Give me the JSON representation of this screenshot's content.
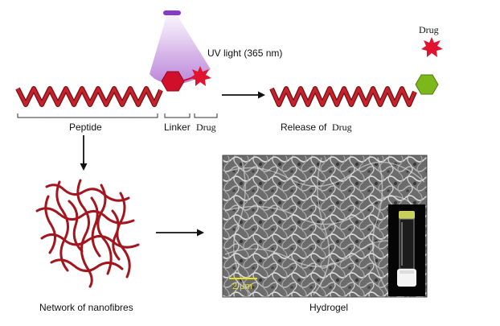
{
  "labels": {
    "uv_light": "UV light (365 nm)",
    "peptide": "Peptide",
    "linker": "Linker",
    "drug": "Drug",
    "drug_top": "Drug",
    "release_of": "Release of",
    "release_drug": "Drug",
    "network": "Network of nanofibres",
    "hydrogel": "Hydrogel",
    "scale_bar": "2 μm"
  },
  "colors": {
    "helix": "#b71c24",
    "helix_dark": "#7a0d12",
    "linker_hexagon": "#d0102b",
    "released_hexagon": "#7db81a",
    "drug_star": "#e0142e",
    "uv_beam": "#b06ad0",
    "uv_lamp": "#8a38c8",
    "vial_cap": "#c8cf5a"
  },
  "icons": {
    "uv_lamp": "uv-lamp-icon",
    "drug": "star-burst-icon",
    "linker": "hexagon-icon"
  }
}
